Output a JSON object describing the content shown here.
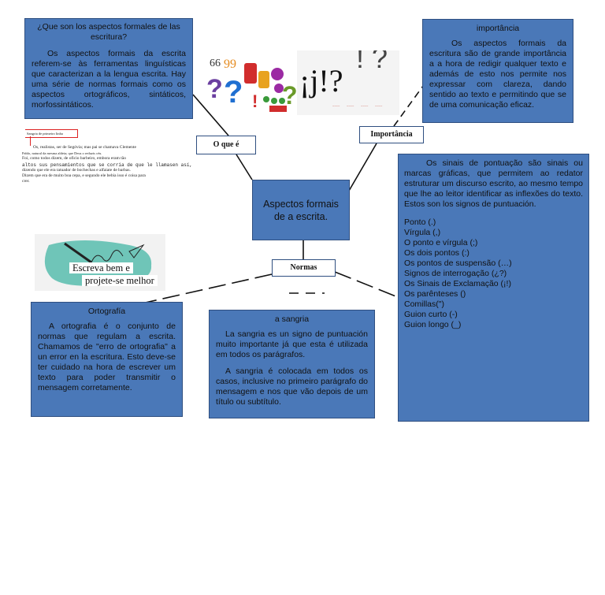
{
  "central": {
    "title": "Aspectos formais de a escrita."
  },
  "labels": {
    "o_que_e": "O que é",
    "importancia": "Importância",
    "normas": "Normas"
  },
  "que_son": {
    "title": "¿Que son los aspectos formales de las escritura?",
    "body": "Os aspectos formais da escrita referem-se às ferramentas linguísticas que caracterizan a la lengua escrita. Hay uma série de normas formais como os aspectos ortográficos, sintáticos, morfossintáticos."
  },
  "importancia_box": {
    "title": "importância",
    "body": "Os aspectos formais da escritura são de grande importância a a hora de redigir qualquer texto e además de esto nos permite nos expressar com clareza, dando sentido ao texto e permitindo que se de uma comunicação eficaz."
  },
  "ortografia": {
    "title": "Ortografía",
    "body": "A ortografia é o conjunto de normas que regulam a escrita. Chamamos de \"erro de ortografia\" a un error en la escritura. Esto deve-se ter cuidado na hora de escrever um texto para poder transmitir o mensagem corretamente."
  },
  "sangria": {
    "title": "a sangria",
    "p1": "La sangria es un signo de puntuación muito importante já que esta é utilizada em todos os parágrafos.",
    "p2": "A sangria é colocada em todos os casos, inclusive no primeiro parágrafo do mensagem e nos que vão depois de um título ou subtítulo."
  },
  "pontuacao": {
    "intro": "Os sinais de pontuação são sinais ou marcas gráficas, que permitem ao redator estruturar um discurso escrito, ao mesmo tempo que lhe ao leitor identificar as inflexões do texto. Estos son los signos de puntuación.",
    "items": [
      "Ponto (.)",
      "Vírgula (,)",
      "O ponto e vírgula (;)",
      "Os dois pontos (:)",
      "Os pontos de suspensão (…)",
      "Signos de interrogação (¿?)",
      "Os Sinais de Exclamação (¡!)",
      "Os parênteses ()",
      "Comillas(\")",
      "Guion curto (-)",
      "Guion longo (_)"
    ]
  },
  "images": {
    "punct_art": {
      "text": "¡j!?",
      "icon": "punctuation-characters-illustration"
    },
    "sangria_sample": {
      "heading": "Sangria de primeiro linha",
      "lines": [
        "Os, realistas, ser de Segóvia; mas pai se chamava Clemente",
        "Pablo, natural da mesma aldeia; que Deus o reduzis céu.",
        "Foi, como todos dizem, de oficio barbeiro, embora eram tão",
        "altos sus pensamientos que se corria de que le llamasen así,",
        "dizendo que ele era tatuador de bochechas e alfaiate de barbas.",
        "Dizem que era de muito boa cepa, e segundo ele bebia isso é coisa para",
        "crer."
      ]
    },
    "escreva": {
      "line1": "Escreva bem e",
      "line2": "projete-se melhor"
    }
  },
  "colors": {
    "box_fill": "#4a78b8",
    "box_border": "#2f4f80",
    "line": "#111111"
  }
}
